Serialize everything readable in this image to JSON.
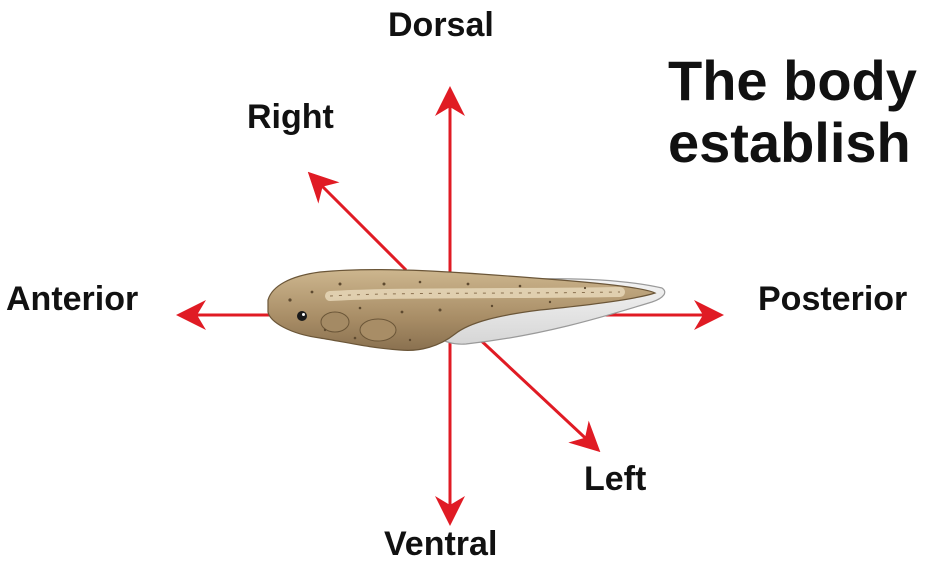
{
  "title_lines": [
    "The body",
    "establish"
  ],
  "labels": {
    "dorsal": "Dorsal",
    "ventral": "Ventral",
    "anterior": "Anterior",
    "posterior": "Posterior",
    "right": "Right",
    "left": "Left"
  },
  "colors": {
    "arrow": "#e01b24",
    "label": "#111111",
    "tadpole_body": "#b8a07a",
    "tadpole_fin": "#e8e8e8"
  }
}
